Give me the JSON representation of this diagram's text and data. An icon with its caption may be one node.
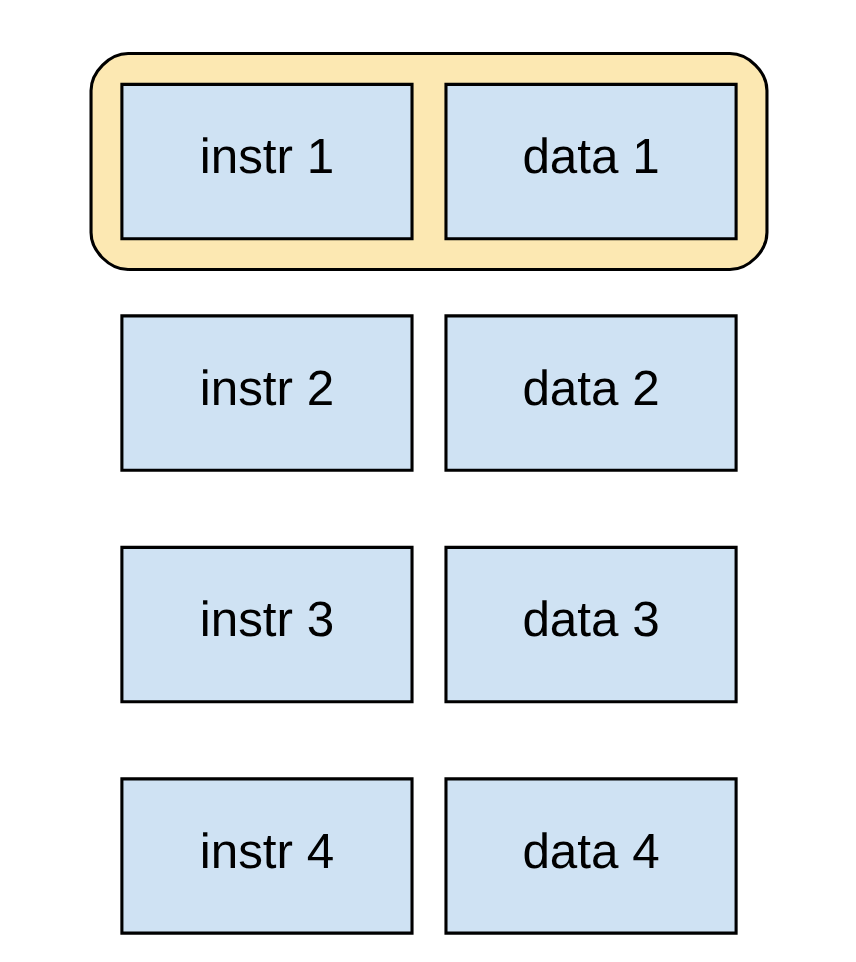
{
  "diagram": {
    "nodes": [
      {
        "text": [],
        "shape": "box"
      },
      {
        "text": [
          "instr 1"
        ],
        "in": 0
      },
      {
        "text": [
          "data 1"
        ],
        "in": 0
      },
      {
        "text": [
          "instr 2"
        ]
      },
      {
        "text": [
          "data 2"
        ]
      },
      {
        "text": [
          "instr 3"
        ]
      },
      {
        "text": [
          "data 3"
        ]
      },
      {
        "text": [
          "instr 4"
        ]
      },
      {
        "text": [
          "data 4"
        ]
      }
    ],
    "edges": []
  }
}
